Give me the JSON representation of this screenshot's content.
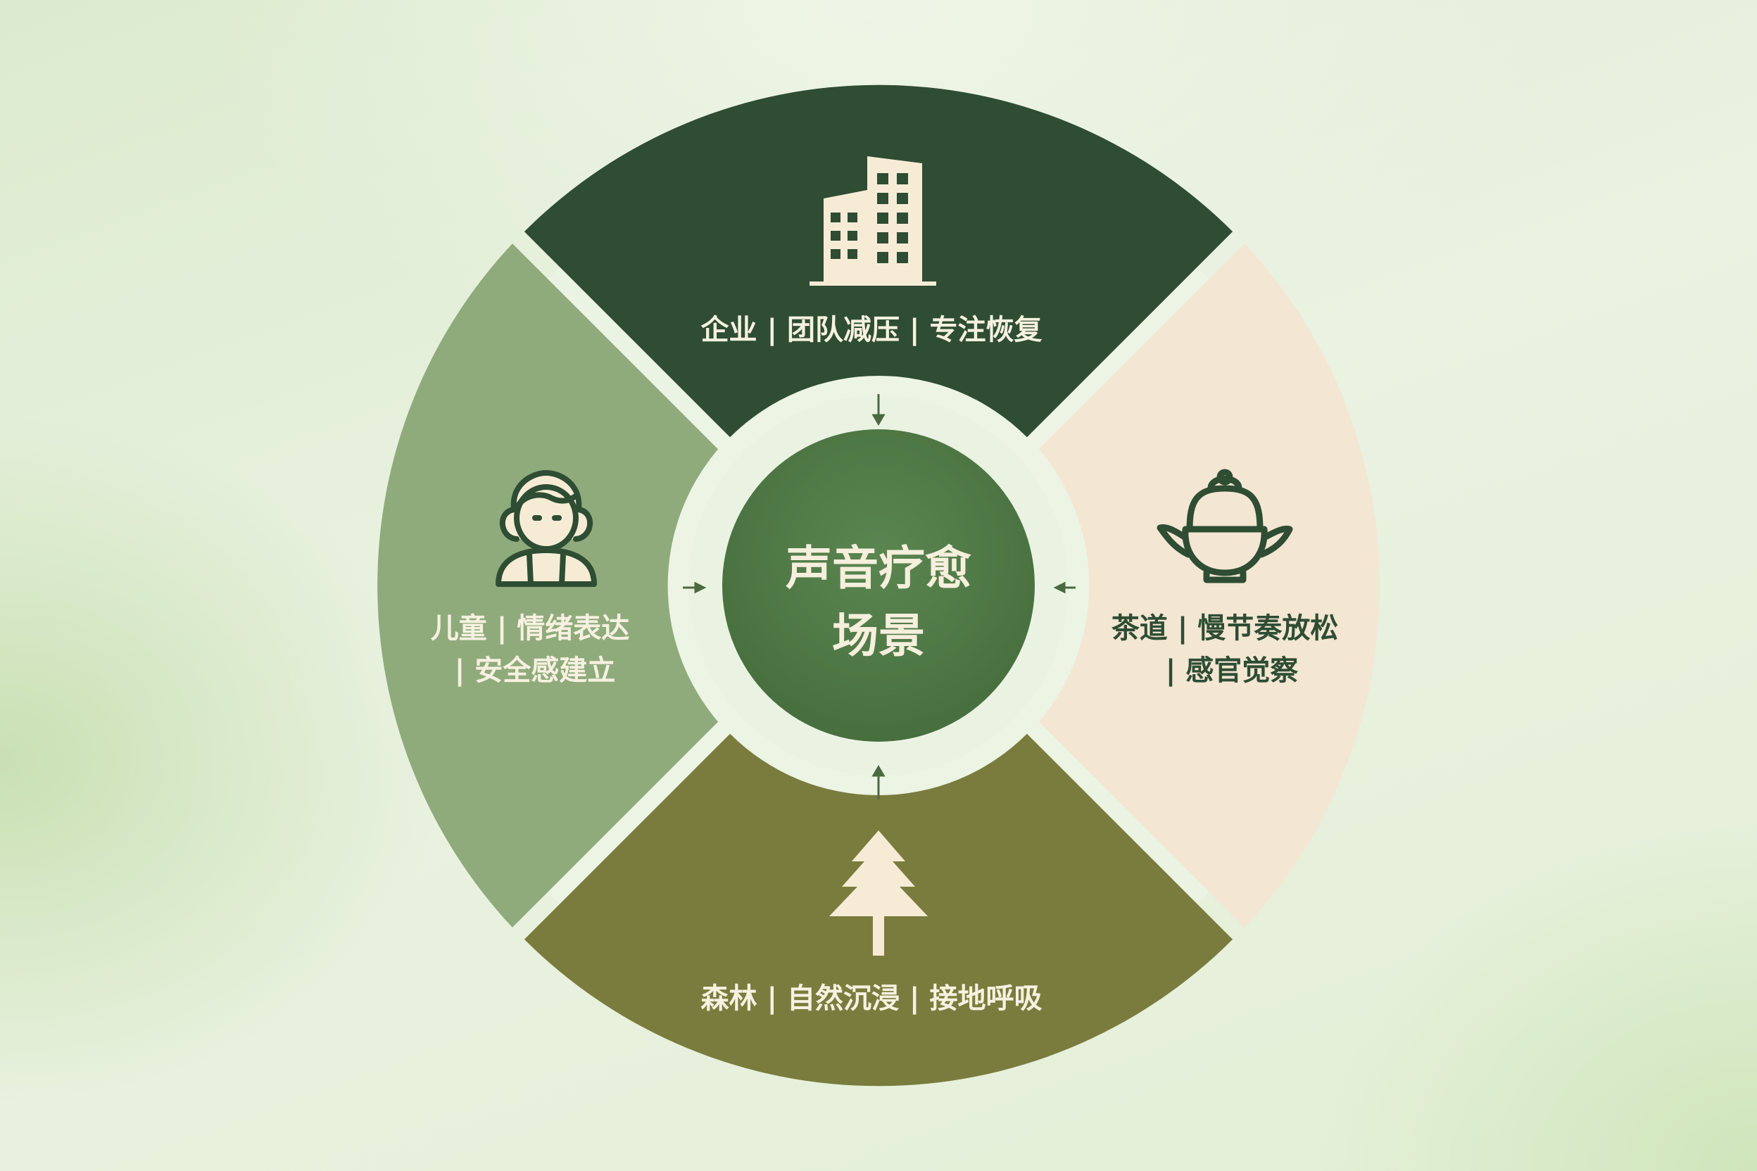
{
  "center": {
    "line1": "声音疗愈",
    "line2": "场景"
  },
  "segments": {
    "top": {
      "label": "企业 | 团队减压 | 专注恢复",
      "icon": "building-icon"
    },
    "right": {
      "line1": "茶道 | 慢节奏放松",
      "line2": "| 感官觉察",
      "icon": "teapot-icon"
    },
    "bottom": {
      "label": "森林 | 自然沉浸 | 接地呼吸",
      "icon": "tree-icon"
    },
    "left": {
      "line1": "儿童 | 情绪表达",
      "line2": "| 安全感建立",
      "icon": "child-icon"
    }
  },
  "colors": {
    "top": "#2e4d33",
    "right": "#f3e6d3",
    "bottom": "#7a7c3e",
    "left": "#8fab7c",
    "center": "#4f7a44",
    "ring": "#eaf3e2",
    "icon_light": "#f6ecd6",
    "icon_dark": "#2e4d33"
  }
}
